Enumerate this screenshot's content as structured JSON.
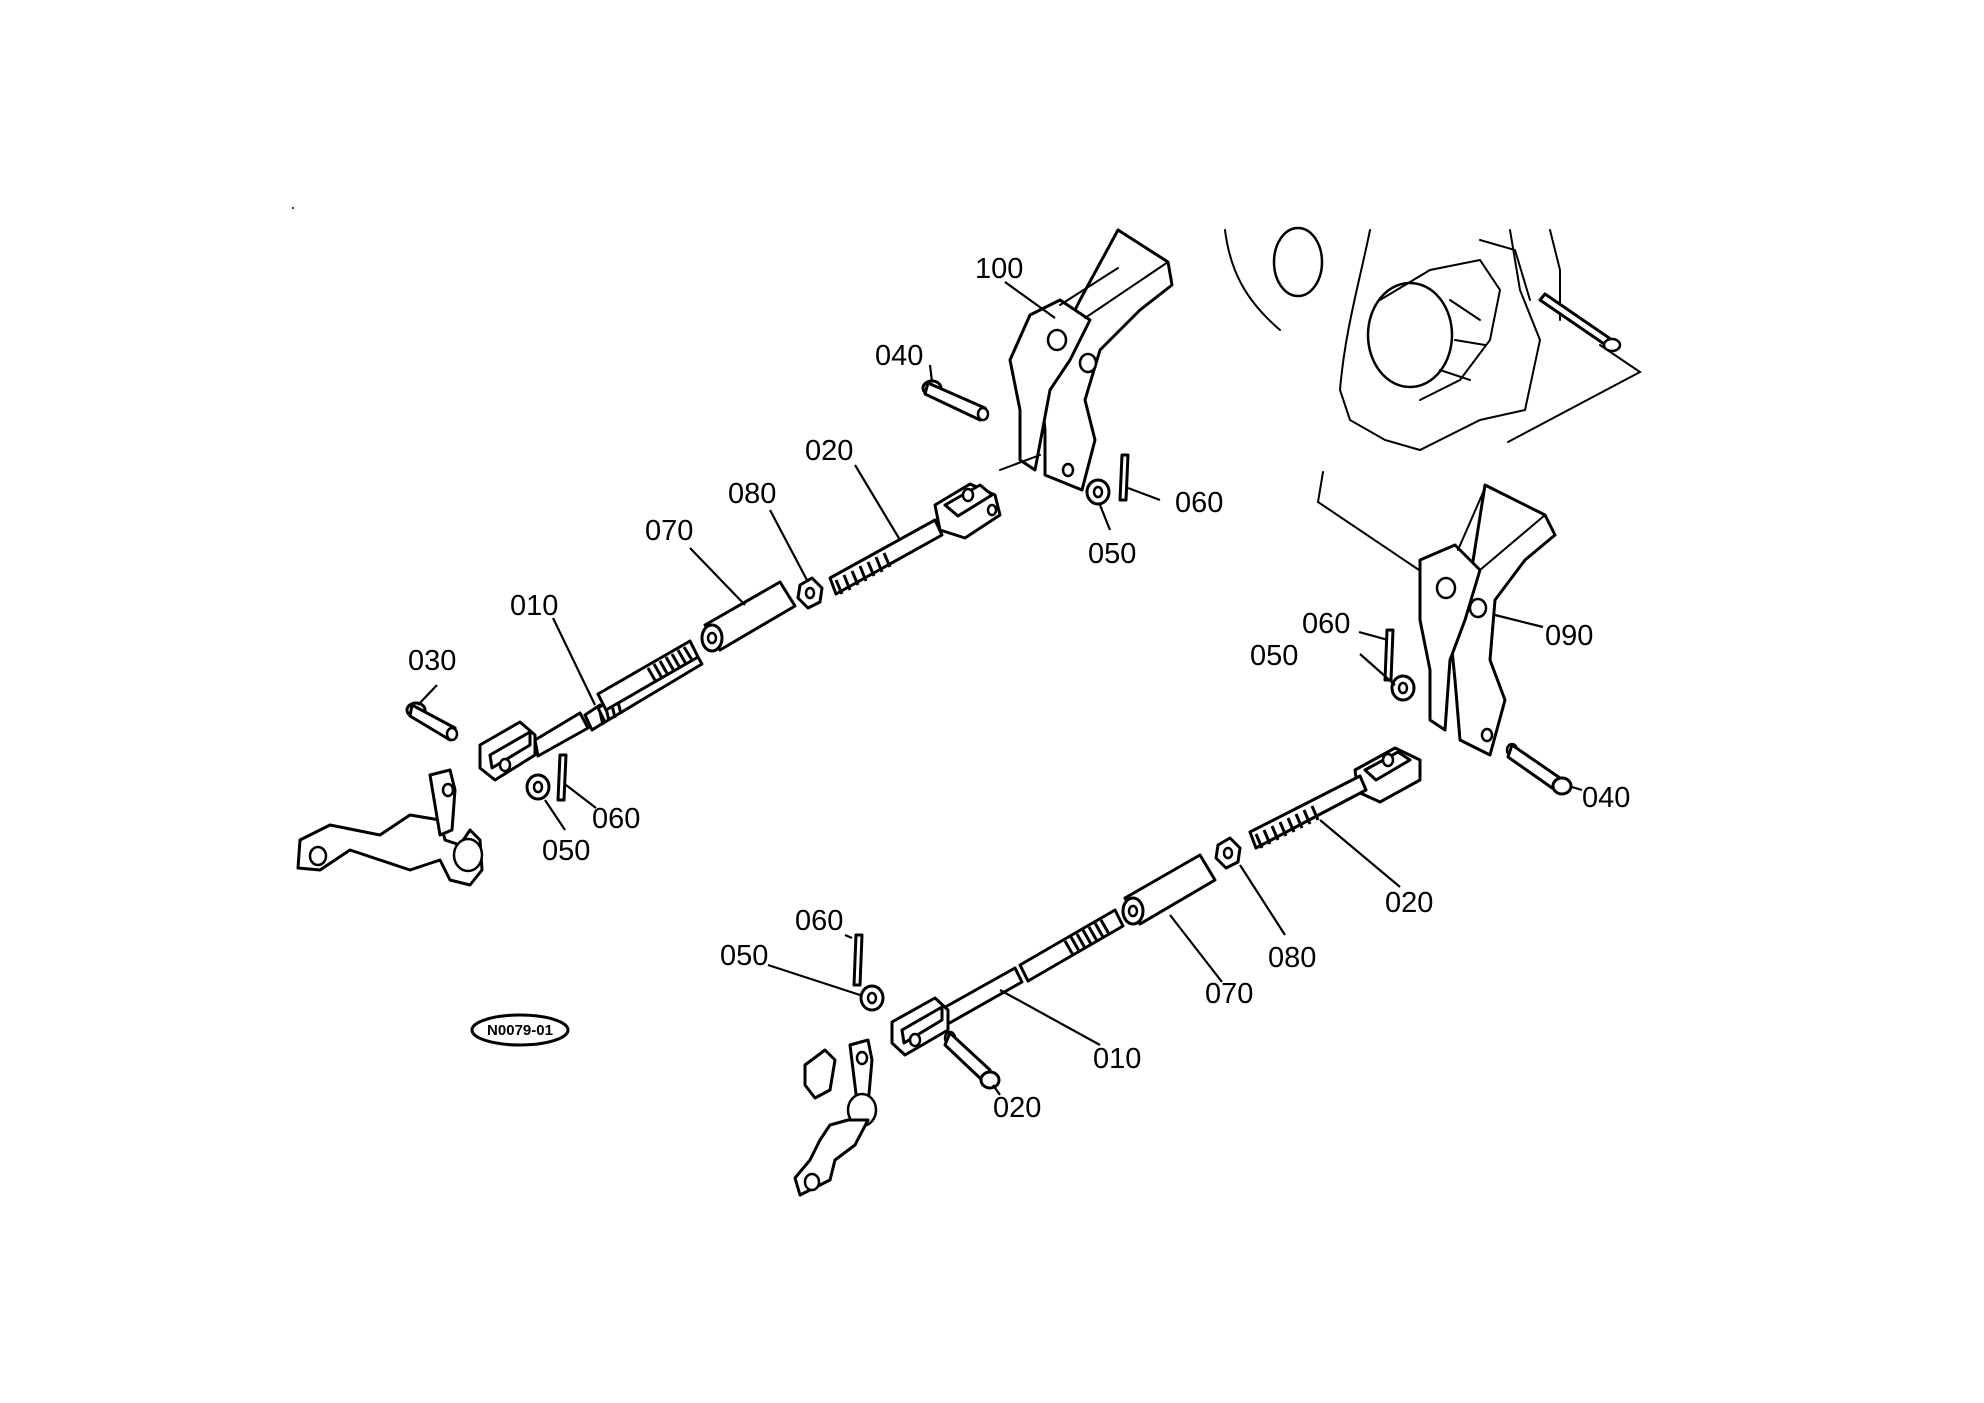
{
  "callouts": {
    "c100": "100",
    "c040_top": "040",
    "c020_top": "020",
    "c080_top": "080",
    "c070_top": "070",
    "c010_top": "010",
    "c030": "030",
    "c060_top": "060",
    "c050_top": "050",
    "c060_left": "060",
    "c050_left": "050",
    "c060_right": "060",
    "c050_right": "050",
    "c090": "090",
    "c040_right": "040",
    "c020_right": "020",
    "c080_bottom": "080",
    "c070_bottom": "070",
    "c010_bottom": "010",
    "c020_bottom": "020",
    "c060_bottom": "060",
    "c050_bottom": "050"
  },
  "badge": "N0079-01"
}
